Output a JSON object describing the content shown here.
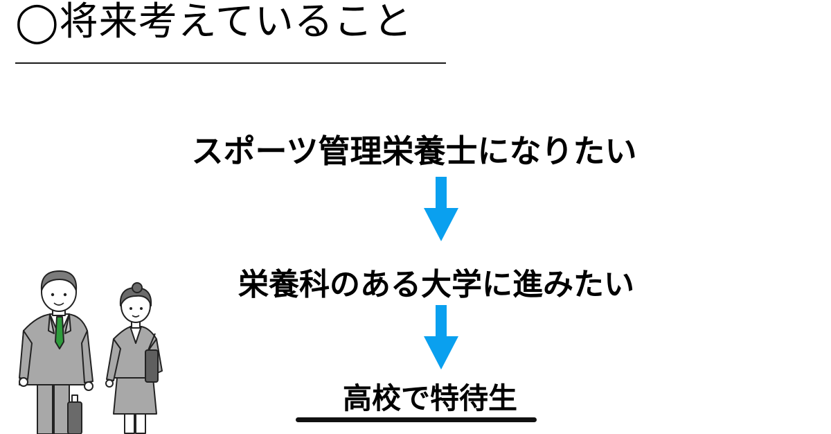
{
  "title": "◯将来考えていること",
  "steps": [
    "スポーツ管理栄養士になりたい",
    "栄養科のある大学に進みたい",
    "高校で特待生"
  ],
  "colors": {
    "arrow": "#0aa0ef",
    "text": "#000000",
    "tie": "#2e9c3c",
    "suit": "#a8a8a8"
  },
  "icons": [
    "down-arrow-icon",
    "businessman-illustration",
    "businesswoman-illustration"
  ]
}
